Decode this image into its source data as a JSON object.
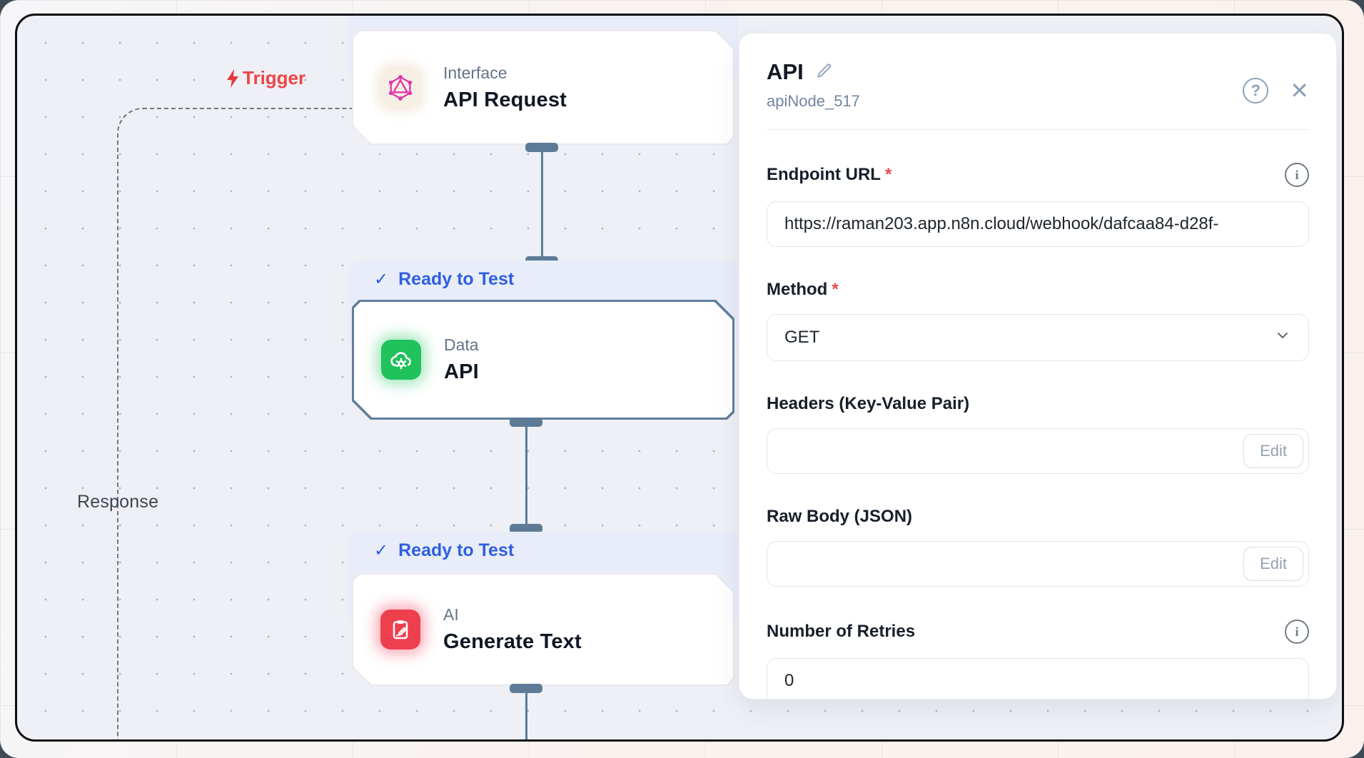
{
  "canvas": {
    "trigger_label": "Trigger",
    "response_label": "Response",
    "nodes": [
      {
        "category": "Interface",
        "title": "API Request",
        "icon": "graphql-icon",
        "badge": ""
      },
      {
        "category": "Data",
        "title": "API",
        "icon": "cloud-gear-icon",
        "badge": "Ready to Test",
        "selected": true
      },
      {
        "category": "AI",
        "title": "Generate Text",
        "icon": "clipboard-pen-icon",
        "badge": "Ready to Test"
      }
    ]
  },
  "panel": {
    "title": "API",
    "subtitle": "apiNode_517",
    "required_marker": "*",
    "fields": {
      "endpoint": {
        "label": "Endpoint URL",
        "required": true,
        "value": "https://raman203.app.n8n.cloud/webhook/dafcaa84-d28f-"
      },
      "method": {
        "label": "Method",
        "required": true,
        "value": "GET"
      },
      "headers": {
        "label": "Headers (Key-Value Pair)",
        "value": "",
        "button": "Edit"
      },
      "raw_body": {
        "label": "Raw Body (JSON)",
        "value": "",
        "button": "Edit"
      },
      "retries": {
        "label": "Number of Retries",
        "value": "0"
      }
    }
  },
  "icons": {
    "check": "✓",
    "close": "✕",
    "help": "?",
    "info": "i"
  },
  "colors": {
    "canvas_bg": "#eef0f5",
    "connector_slate": "#5d7b97",
    "selected_border": "#5f7e9c",
    "badge_bg": "#e9edfa",
    "badge_text": "#2e5fe0",
    "trigger_red": "#ef4448",
    "node_green": "#1fc25b",
    "node_red": "#ee3f4d",
    "graphql_pink": "#e535ab",
    "required_red": "#e14b4b"
  }
}
